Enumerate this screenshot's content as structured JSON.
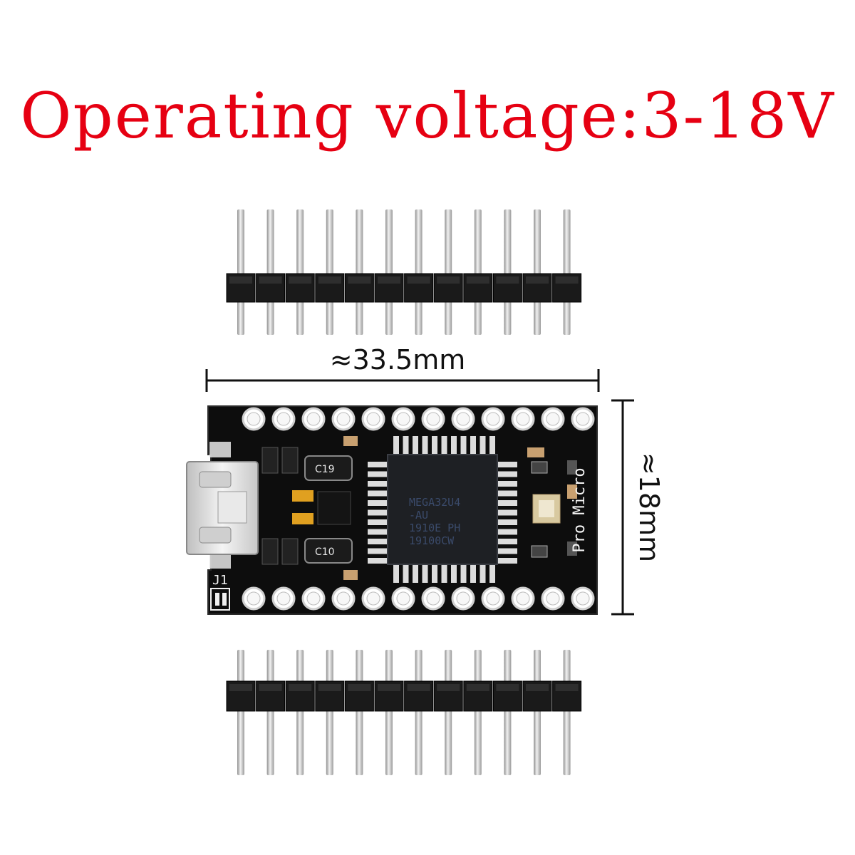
{
  "title": "Operating voltage:3-18V",
  "dimensions": {
    "width_label": "≈33.5mm",
    "height_label": "≈18mm"
  },
  "board": {
    "chip_lines": [
      "MEGA32U4",
      "-AU",
      "1910E  PH",
      "19100CW"
    ],
    "silkscreen": "Pro Micro",
    "j1_label": "J1",
    "cap_labels": [
      "C19",
      "C10"
    ]
  },
  "colors": {
    "title": "#e60012",
    "pcb": "#0d0d0d",
    "pin_metal": "#d0d0d0",
    "header_plastic": "#1a1a1a"
  }
}
